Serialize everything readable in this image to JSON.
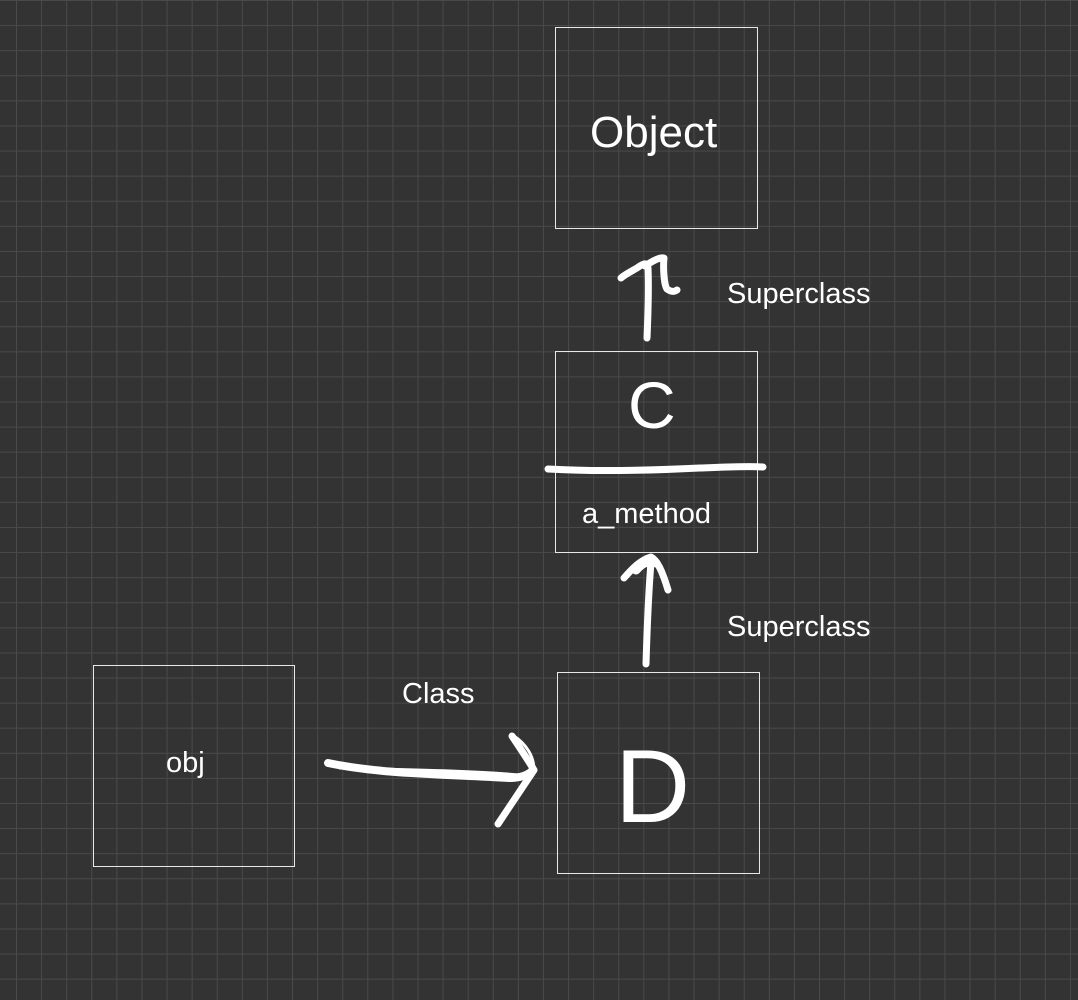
{
  "diagram": {
    "nodes": {
      "object": {
        "label": "Object"
      },
      "c": {
        "label": "C",
        "method": "a_method"
      },
      "d": {
        "label": "D"
      },
      "obj": {
        "label": "obj"
      }
    },
    "edges": {
      "c_to_object": {
        "label": "Superclass"
      },
      "d_to_c": {
        "label": "Superclass"
      },
      "obj_to_d": {
        "label": "Class"
      }
    }
  },
  "colors": {
    "background": "#333333",
    "grid": "#4a4a4a",
    "ink": "#ffffff"
  }
}
